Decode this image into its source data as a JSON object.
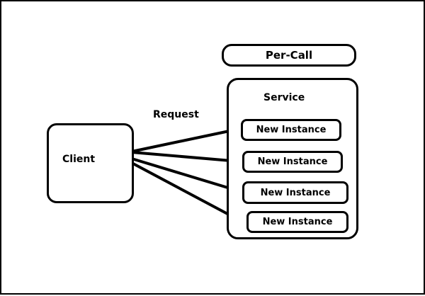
{
  "diagram": {
    "per_call_label": "Per-Call",
    "service_label": "Service",
    "request_label": "Request",
    "client_label": "Client",
    "instances": [
      "New Instance",
      "New Instance",
      "New Instance",
      "New Instance"
    ],
    "colors": {
      "stroke": "#000000",
      "background": "#ffffff"
    }
  }
}
